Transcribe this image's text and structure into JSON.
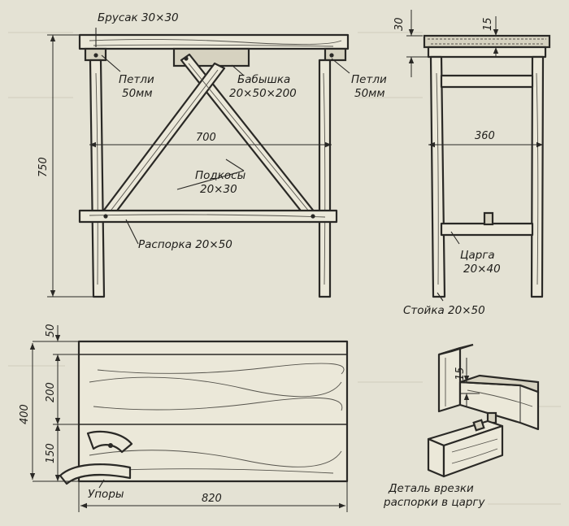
{
  "labels": {
    "brusok": "Брусак 30×30",
    "petli_left_1": "Петли",
    "petli_left_2": "50мм",
    "babyshka_1": "Бабышка",
    "babyshka_2": "20×50×200",
    "petli_right_1": "Петли",
    "petli_right_2": "50мм",
    "podkosy_1": "Подкосы",
    "podkosy_2": "20×30",
    "rasporka": "Распорка 20×50",
    "carga_1": "Царга",
    "carga_2": "20×40",
    "stoika": "Стойка 20×50",
    "upory": "Упоры",
    "detail_1": "Деталь врезки",
    "detail_2": "распорки в царгу"
  },
  "dimensions": {
    "front_height": "750",
    "front_width": "700",
    "side_top": "30",
    "side_thickness": "15",
    "side_width": "360",
    "plan_1": "50",
    "plan_2": "200",
    "plan_3": "150",
    "plan_total": "400",
    "plan_length": "820",
    "detail_depth": "15"
  }
}
